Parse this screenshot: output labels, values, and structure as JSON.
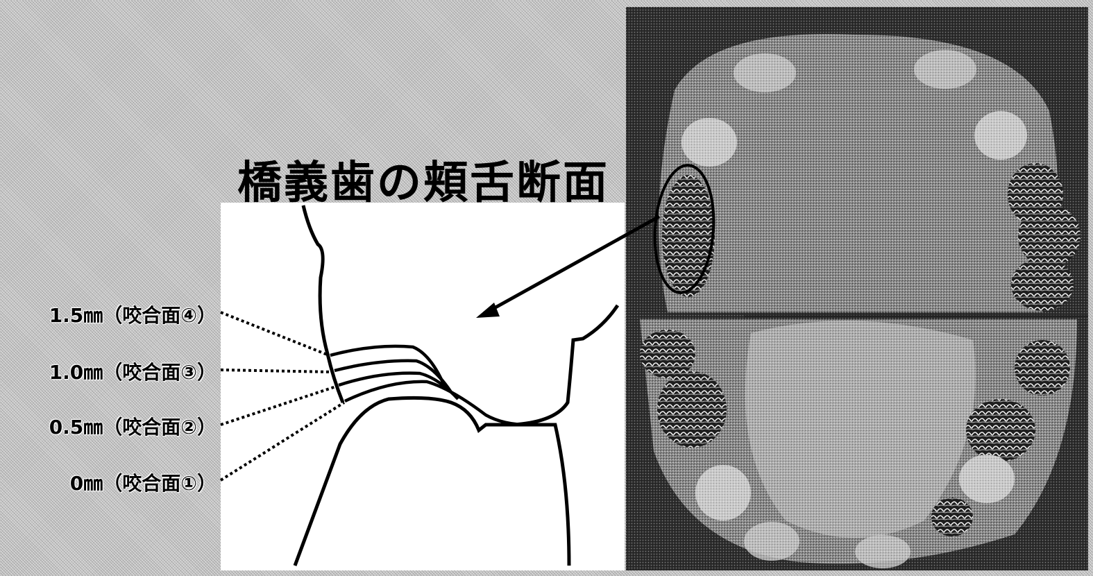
{
  "title": "橋義歯の頬舌断面",
  "occlusal_labels": [
    {
      "text": "1.5㎜（咬合面④）"
    },
    {
      "text": "1.0㎜（咬合面③）"
    },
    {
      "text": "0.5㎜（咬合面②）"
    },
    {
      "text": "0㎜（咬合面①）"
    }
  ],
  "colors": {
    "background_halftone": "#c9c9c9",
    "panel": "#ffffff",
    "line": "#000000",
    "photo_dark": "#3a3a3a",
    "photo_light": "#d8d8d8"
  },
  "icons": [
    "arrow-icon",
    "ellipse-highlight-icon"
  ]
}
